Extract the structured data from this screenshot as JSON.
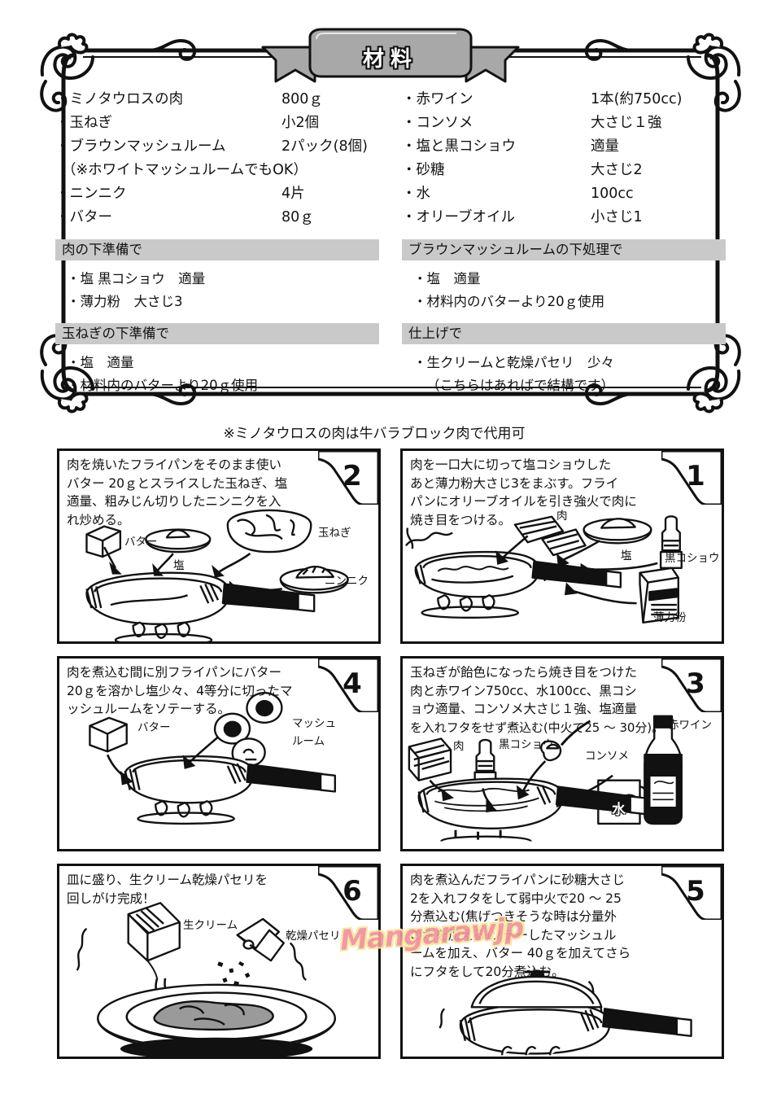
{
  "header": {
    "banner_title": "材料",
    "banner_icon": "ribbon-banner"
  },
  "ingredients": {
    "left_column": [
      {
        "name": "・ミノタウロスの肉",
        "amount": "800ｇ"
      },
      {
        "name": "・玉ねぎ",
        "amount": "小2個"
      },
      {
        "name": "・ブラウンマッシュルーム",
        "amount": "2パック(8個)"
      },
      {
        "name": "（※ホワイトマッシュルームでもOK）",
        "amount": ""
      },
      {
        "name": "・ニンニク",
        "amount": "4片"
      },
      {
        "name": "・バター",
        "amount": "80ｇ"
      }
    ],
    "right_column": [
      {
        "name": "・赤ワイン",
        "amount": "1本(約750cc)"
      },
      {
        "name": "・コンソメ",
        "amount": "大さじ１強"
      },
      {
        "name": "・塩と黒コショウ",
        "amount": "適量"
      },
      {
        "name": "・砂糖",
        "amount": "大さじ2"
      },
      {
        "name": "・水",
        "amount": "100cc"
      },
      {
        "name": "・オリーブオイル",
        "amount": "小さじ1"
      }
    ]
  },
  "sections": {
    "meat_prep": {
      "heading": "肉の下準備で",
      "lines": [
        "・塩 黒コショウ　適量",
        "・薄力粉　大さじ3"
      ]
    },
    "onion_prep": {
      "heading": "玉ねぎの下準備で",
      "lines": [
        "・塩　適量",
        "・材料内のバターより20ｇ使用"
      ]
    },
    "mushroom_prep": {
      "heading": "ブラウンマッシュルームの下処理で",
      "lines": [
        "・塩　適量",
        "・材料内のバターより20ｇ使用"
      ]
    },
    "finish": {
      "heading": "仕上げで",
      "lines": [
        "・生クリームと乾燥パセリ　少々",
        "（こちらはあればで結構です）"
      ]
    }
  },
  "substitution_note": "※ミノタウロスの肉は牛バラブロック肉で代用可",
  "steps": [
    {
      "number": "1",
      "text_lines": [
        "肉を一口大に切って塩コショウした",
        "あと薄力粉大さじ3をまぶす。フライ",
        "パンにオリーブオイルを引き強火で肉に",
        "焼き目をつける。"
      ],
      "labels": [
        "肉",
        "塩",
        "黒コショウ",
        "薄力粉"
      ]
    },
    {
      "number": "2",
      "text_lines": [
        "肉を焼いたフライパンをそのまま使い",
        "バター 20ｇとスライスした玉ねぎ、塩",
        "適量、粗みじん切りしたニンニクを入",
        "れ炒める。"
      ],
      "labels": [
        "バター",
        "塩",
        "玉ねぎ",
        "ニンニク"
      ]
    },
    {
      "number": "3",
      "text_lines": [
        "玉ねぎが飴色になったら焼き目をつけた",
        "肉と赤ワイン750cc、水100cc、黒コシ",
        "ョウ適量、コンソメ大さじ１強、塩適量",
        "を入れフタをせず煮込む(中火で25 〜 30分)。"
      ],
      "labels": [
        "肉",
        "黒コショウ",
        "コンソメ",
        "赤ワイン",
        "水"
      ]
    },
    {
      "number": "4",
      "text_lines": [
        "肉を煮込む間に別フライパンにバター",
        "20ｇを溶かし塩少々、4等分に切ったマ",
        "ッシュルームをソテーする。"
      ],
      "labels": [
        "バター",
        "マッシュ",
        "ルーム"
      ]
    },
    {
      "number": "5",
      "text_lines": [
        "肉を煮込んだフライパンに砂糖大さじ",
        "2を入れフタをして弱中火で20 〜 25",
        "分煮込む(焦げつきそうな時は分量外",
        "の水を加える)ソテーしたマッシュル",
        "ームを加え、バター 40ｇを加えてさら",
        "にフタをして20分煮込む。"
      ],
      "labels": []
    },
    {
      "number": "6",
      "text_lines": [
        "皿に盛り、生クリーム乾燥パセリを",
        "回しがけ完成！"
      ],
      "labels": [
        "生クリーム",
        "乾燥パセリ"
      ]
    }
  ],
  "watermark": {
    "text": "Mangarawjp",
    "color": "#f2919c"
  }
}
